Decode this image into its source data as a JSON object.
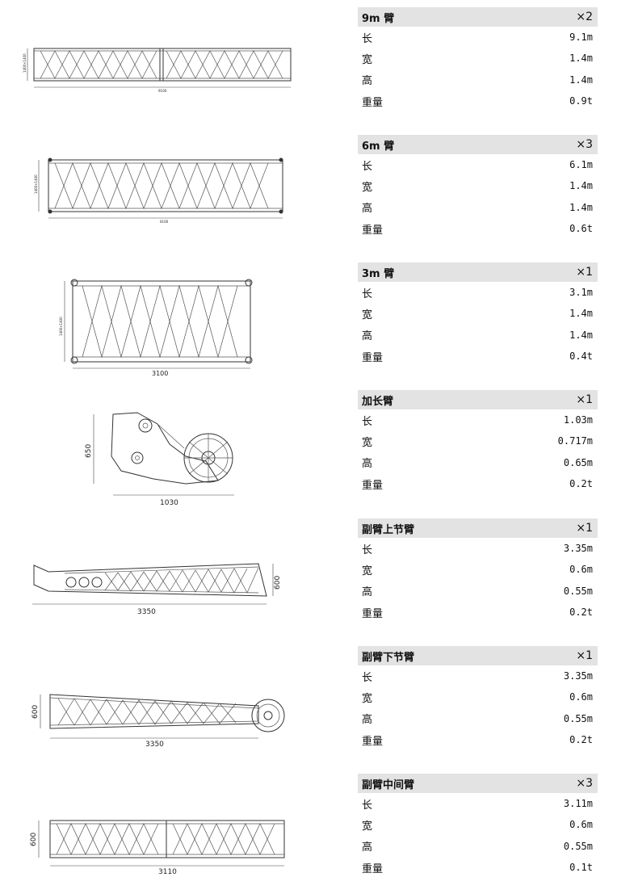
{
  "sections": [
    {
      "title": "9m 臂",
      "qty": "×2",
      "rows": [
        {
          "label": "长",
          "value": "9.1m"
        },
        {
          "label": "宽",
          "value": "1.4m"
        },
        {
          "label": "高",
          "value": "1.4m"
        },
        {
          "label": "重量",
          "value": "0.9t"
        }
      ]
    },
    {
      "title": "6m 臂",
      "qty": "×3",
      "rows": [
        {
          "label": "长",
          "value": "6.1m"
        },
        {
          "label": "宽",
          "value": "1.4m"
        },
        {
          "label": "高",
          "value": "1.4m"
        },
        {
          "label": "重量",
          "value": "0.6t"
        }
      ]
    },
    {
      "title": "3m 臂",
      "qty": "×1",
      "rows": [
        {
          "label": "长",
          "value": "3.1m"
        },
        {
          "label": "宽",
          "value": "1.4m"
        },
        {
          "label": "高",
          "value": "1.4m"
        },
        {
          "label": "重量",
          "value": "0.4t"
        }
      ]
    },
    {
      "title": "加长臂",
      "qty": "×1",
      "rows": [
        {
          "label": "长",
          "value": "1.03m"
        },
        {
          "label": "宽",
          "value": "0.717m"
        },
        {
          "label": "高",
          "value": "0.65m"
        },
        {
          "label": "重量",
          "value": "0.2t"
        }
      ]
    },
    {
      "title": "副臂上节臂",
      "qty": "×1",
      "rows": [
        {
          "label": "长",
          "value": "3.35m"
        },
        {
          "label": "宽",
          "value": "0.6m"
        },
        {
          "label": "高",
          "value": "0.55m"
        },
        {
          "label": "重量",
          "value": "0.2t"
        }
      ]
    },
    {
      "title": "副臂下节臂",
      "qty": "×1",
      "rows": [
        {
          "label": "长",
          "value": "3.35m"
        },
        {
          "label": "宽",
          "value": "0.6m"
        },
        {
          "label": "高",
          "value": "0.55m"
        },
        {
          "label": "重量",
          "value": "0.2t"
        }
      ]
    },
    {
      "title": "副臂中间臂",
      "qty": "×3",
      "rows": [
        {
          "label": "长",
          "value": "3.11m"
        },
        {
          "label": "宽",
          "value": "0.6m"
        },
        {
          "label": "高",
          "value": "0.55m"
        },
        {
          "label": "重量",
          "value": "0.1t"
        }
      ]
    }
  ],
  "drawings": [
    {
      "labels": {
        "length": "9100",
        "height": "1400×1400"
      }
    },
    {
      "labels": {
        "length": "6100",
        "height": "1400×1400"
      }
    },
    {
      "labels": {
        "length": "3100",
        "height": "1400×1400"
      }
    },
    {
      "labels": {
        "length": "1030",
        "height": "650"
      }
    },
    {
      "labels": {
        "length": "3350",
        "height": "600"
      }
    },
    {
      "labels": {
        "length": "3350",
        "height": "600"
      }
    },
    {
      "labels": {
        "length": "3110",
        "height": "600"
      }
    }
  ]
}
